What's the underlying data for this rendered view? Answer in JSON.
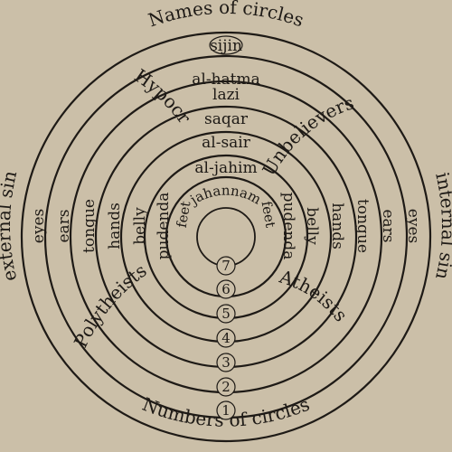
{
  "edge_labels": {
    "top": "Names of circles",
    "bottom": "Numbers of circles",
    "left": "external sin",
    "right": "internal sin"
  },
  "groups": {
    "upper_left": "Hypocrites",
    "upper_right": "Unbelievers",
    "lower_left": "Polytheists",
    "lower_right": "Atheists"
  },
  "circle_names": [
    "sijin",
    "al-hatma",
    "lazi",
    "saqar",
    "al-sair",
    "al-jahim",
    "jahannam"
  ],
  "body_parts": [
    "eyes",
    "ears",
    "tongue",
    "hands",
    "belly",
    "pudenda",
    "feet"
  ],
  "circle_numbers": [
    "1",
    "2",
    "3",
    "4",
    "5",
    "6",
    "7"
  ],
  "colors": {
    "paper": "#cbbfa8",
    "ink": "#1e1a16"
  }
}
